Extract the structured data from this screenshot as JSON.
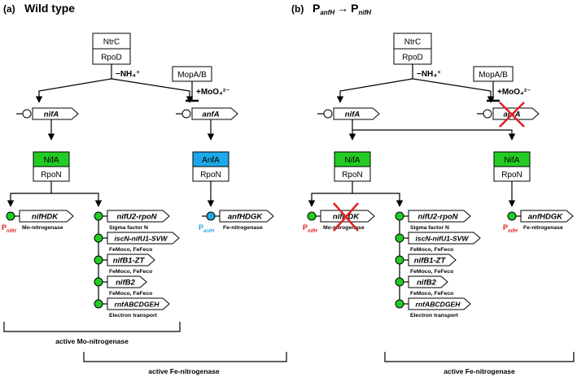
{
  "panel_a": {
    "label": "(a)",
    "title": "Wild type",
    "ntrc": "NtrC",
    "rpod": "RpoD",
    "mopab": "MopA/B",
    "cond_nh4": "−NH₄⁺",
    "cond_moo4": "+MoO₄²⁻",
    "gene_nifa": "nifA",
    "gene_anfa": "anfA",
    "nifa_protein": "NifA",
    "anfa_protein": "AnfA",
    "rpon": "RpoN",
    "promoter_p": "P",
    "promoter_nifh_sub": "nifH",
    "promoter_anfh_sub": "anfH",
    "operons": [
      {
        "gene": "nifHDK",
        "note": "Mo-nitrogenase"
      },
      {
        "gene": "nifU2-rpoN",
        "note": "Sigma factor N"
      },
      {
        "gene": "iscN-nifU1-SVW",
        "note": "FeMoco, FeFeco"
      },
      {
        "gene": "nifB1-ZT",
        "note": "FeMoco, FeFeco"
      },
      {
        "gene": "nifB2",
        "note": "FeMoco, FeFeco"
      },
      {
        "gene": "rnfABCDGEH",
        "note": "Electron transport"
      }
    ],
    "anf_operon": {
      "gene": "anfHDGK",
      "note": "Fe-nitrogenase"
    },
    "bracket_mo": "active Mo-nitrogenase",
    "bracket_fe": "active Fe-nitrogenase"
  },
  "panel_b": {
    "label": "(b)",
    "title_p1": "P",
    "title_p1_sub": "anfH",
    "title_arrow": "→",
    "title_p2": "P",
    "title_p2_sub": "nifH",
    "ntrc": "NtrC",
    "rpod": "RpoD",
    "mopab": "MopA/B",
    "cond_nh4": "−NH₄⁺",
    "cond_moo4": "+MoO₄²⁻",
    "gene_nifa": "nifA",
    "gene_anfa": "anfA",
    "nifa_protein": "NifA",
    "rpon": "RpoN",
    "promoter_p": "P",
    "promoter_nifh_sub": "nifH",
    "operons": [
      {
        "gene": "nifHDK",
        "note": "Mo-nitrogenase"
      },
      {
        "gene": "nifU2-rpoN",
        "note": "Sigma factor N"
      },
      {
        "gene": "iscN-nifU1-SVW",
        "note": "FeMoco, FeFeco"
      },
      {
        "gene": "nifB1-ZT",
        "note": "FeMoco, FeFeco"
      },
      {
        "gene": "nifB2",
        "note": "FeMoco, FeFeco"
      },
      {
        "gene": "rnfABCDGEH",
        "note": "Electron transport"
      }
    ],
    "anf_operon": {
      "gene": "anfHDGK",
      "note": "Fe-nitrogenase"
    },
    "bracket_fe": "active Fe-nitrogenase"
  },
  "colors": {
    "nifa_green": "#22cc22",
    "anfa_blue": "#1ea8e8",
    "promoter_red": "#e02020",
    "promoter_blue": "#29a8e0",
    "cross_red": "#e02020"
  }
}
